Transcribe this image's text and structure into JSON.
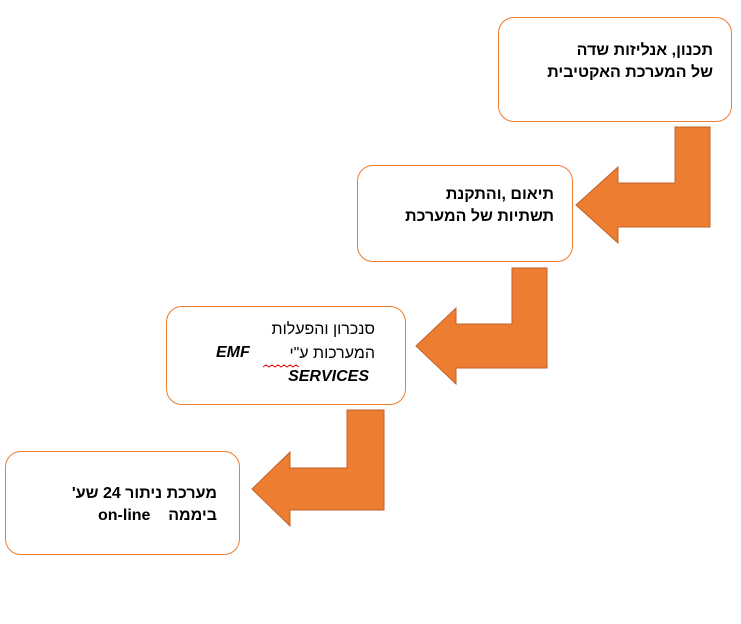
{
  "colors": {
    "accent": "#ED7D31",
    "arrow_stroke": "#C0622A",
    "box_fill": "#FFFFFF",
    "text": "#000000",
    "spell_underline": "#E00000"
  },
  "steps": [
    {
      "lines": [
        "תכנון, אנליזות שדה",
        "של המערכת האקטיבית"
      ]
    },
    {
      "lines": [
        "תיאום ,והתקנת",
        "תשתיות של המערכת"
      ]
    },
    {
      "lines": [
        "סנכרון והפעלות",
        "EMF",
        "המערכות ע\"י",
        "SERVICES"
      ]
    },
    {
      "lines": [
        "מערכת ניתור 24 שע'",
        "on-line",
        "ביממה"
      ]
    }
  ]
}
